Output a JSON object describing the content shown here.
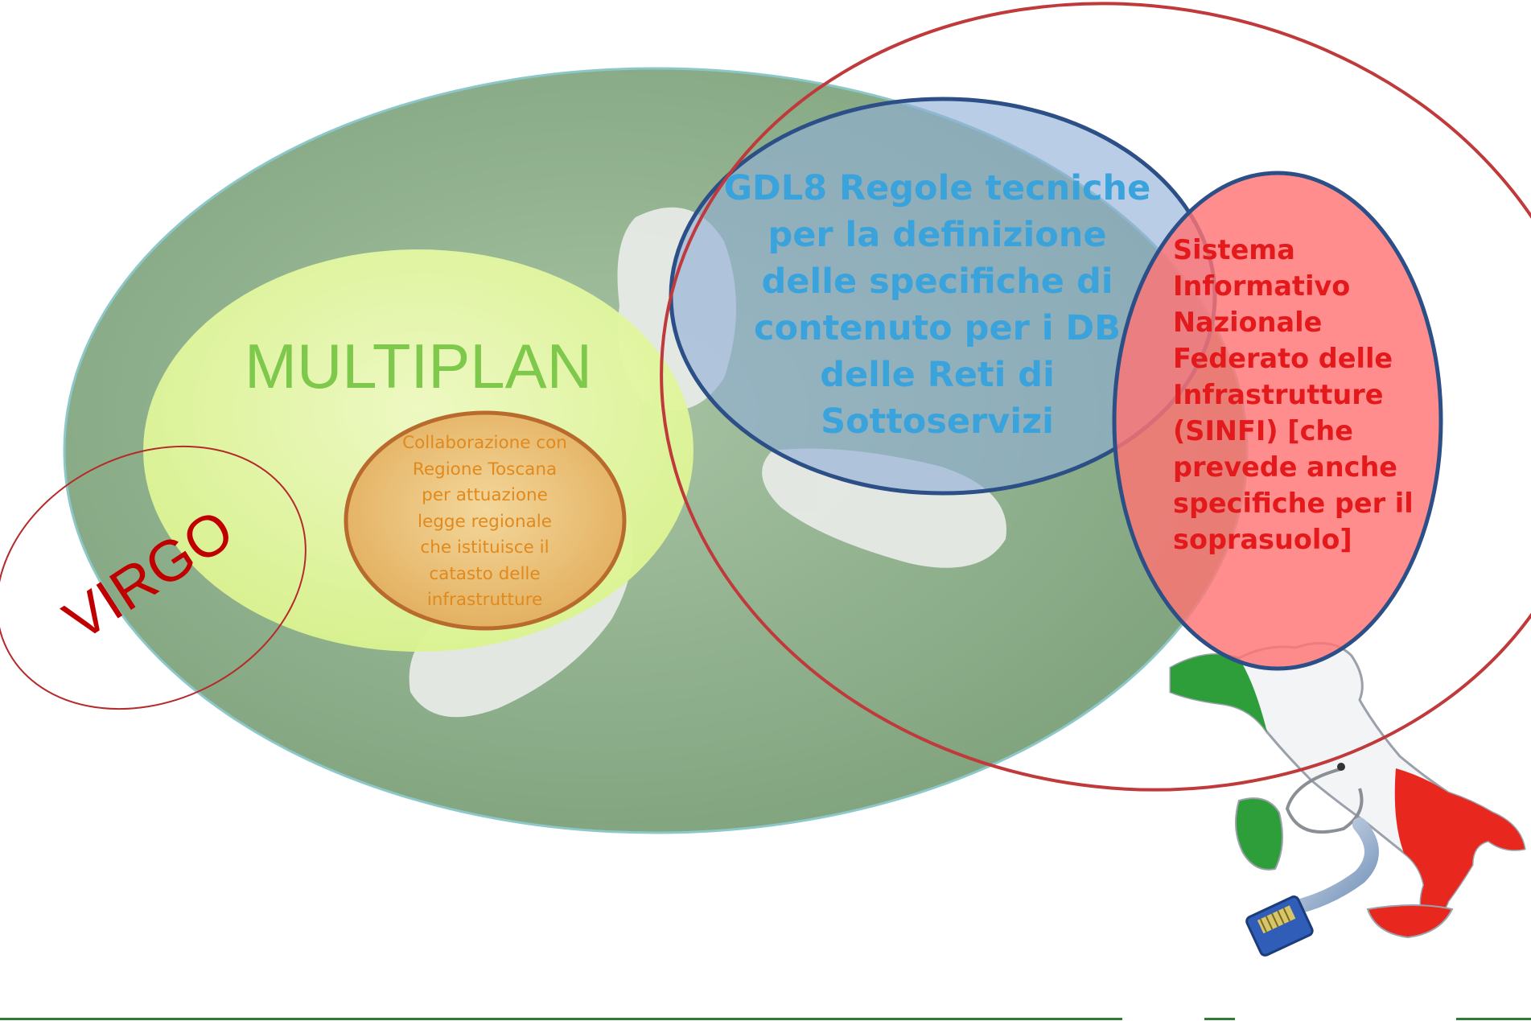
{
  "diagram": {
    "multiplan": {
      "label": "MULTIPLAN"
    },
    "collaborazione": {
      "lines": [
        "Collaborazione con",
        "Regione Toscana",
        "per attuazione",
        "legge regionale",
        "che istituisce il",
        "catasto delle",
        "infrastrutture"
      ]
    },
    "gdl8": {
      "lines": [
        "GDL8 Regole tecniche",
        "per la definizione",
        "delle specifiche di",
        "contenuto per i DB",
        "delle Reti di",
        "Sottoservizi"
      ]
    },
    "sinfi": {
      "lines": [
        "Sistema",
        "Informativo",
        "Nazionale",
        "Federato delle",
        "Infrastrutture",
        "(SINFI) [che",
        "prevede anche",
        "specifiche per il",
        "soprasuolo]"
      ]
    },
    "virgo": {
      "label": "VIRGO"
    }
  },
  "colors": {
    "big_ellipse_fill": "#8fb08c",
    "big_ellipse_stroke": "#8cc7c9",
    "multiplan_fill": "#e6f7a6",
    "multiplan_text": "#7ec84b",
    "collab_fill": "#ecc27a",
    "collab_stroke": "#b86b2c",
    "collab_text": "#e08a1e",
    "gdl_fill": "#8faed6",
    "gdl_stroke": "#2b4f86",
    "gdl_text": "#3aa3dc",
    "sinfi_fill": "#ff8080",
    "sinfi_stroke": "#2b4f86",
    "sinfi_text": "#e3191b",
    "red_outline": "#c0393b",
    "virgo_text": "#c00000",
    "italy_green": "#2e9e3b",
    "italy_red": "#e8281e"
  }
}
